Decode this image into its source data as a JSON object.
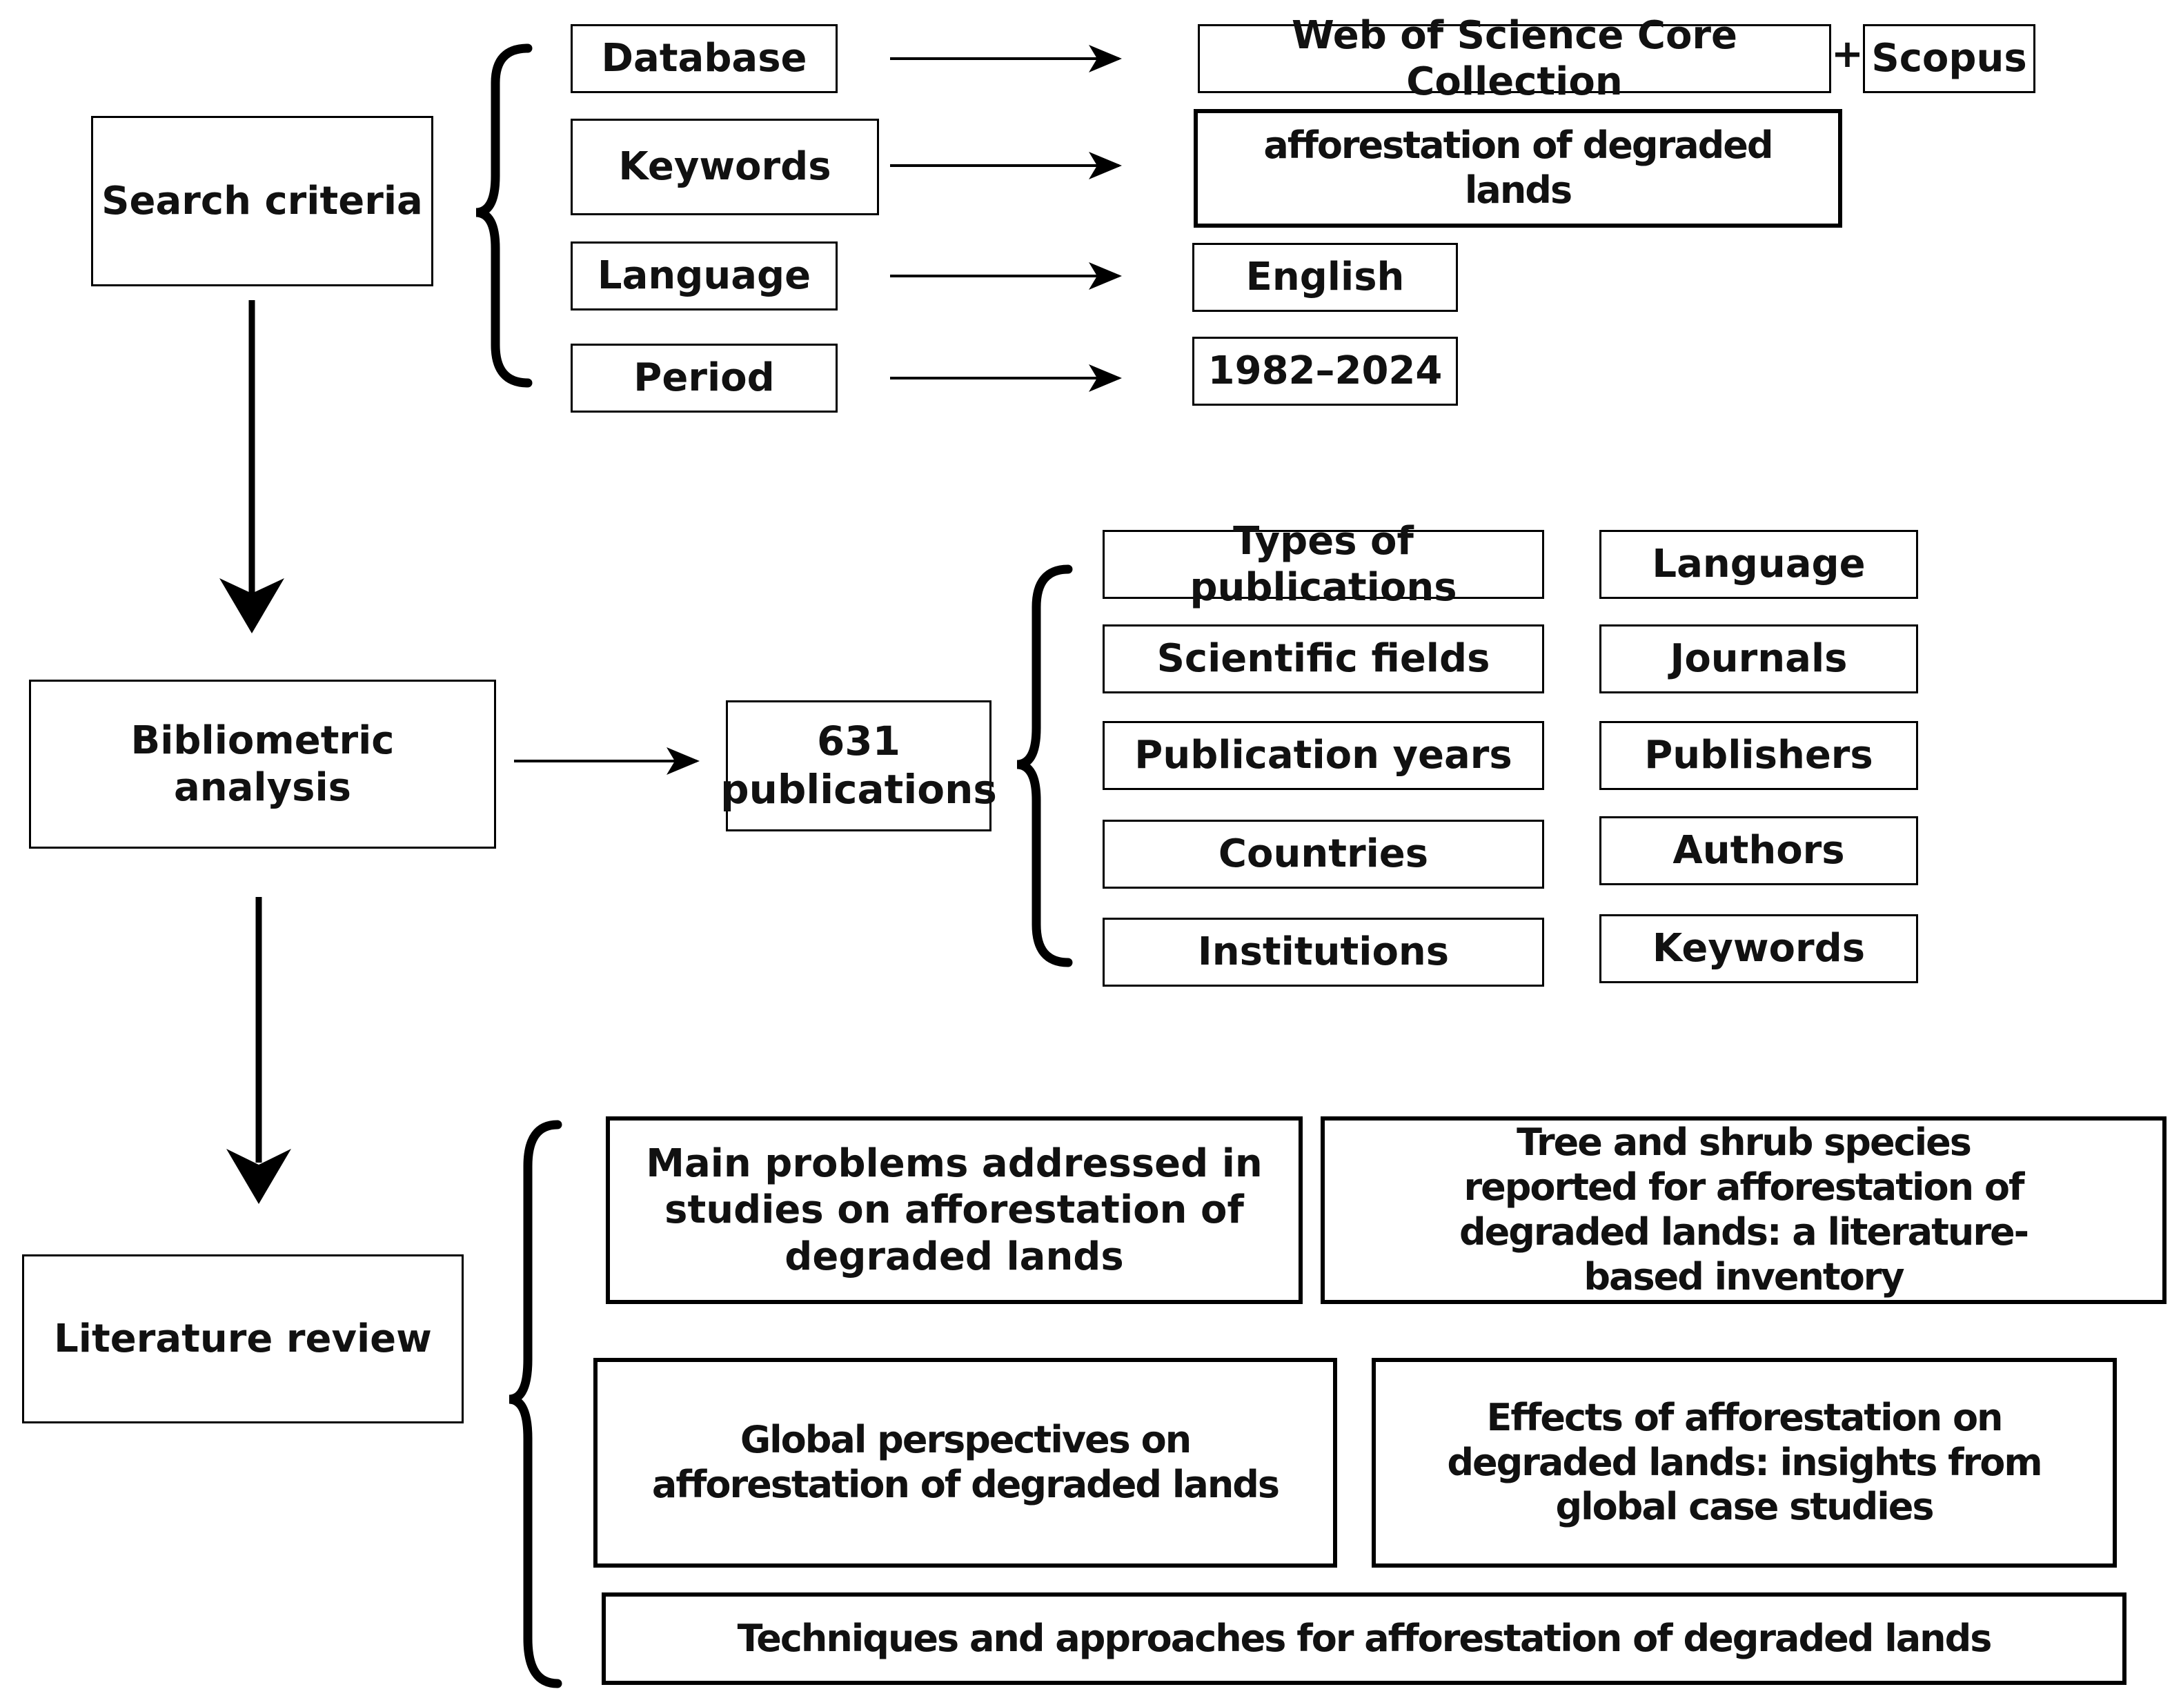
{
  "search": {
    "title": "Search criteria",
    "database": {
      "label": "Database",
      "value": "Web of Science Core Collection",
      "plus": "+",
      "value2": "Scopus"
    },
    "keywords": {
      "label": "Keywords",
      "value": "afforestation of degraded lands"
    },
    "language": {
      "label": "Language",
      "value": "English"
    },
    "period": {
      "label": "Period",
      "value": "1982–2024"
    }
  },
  "biblio": {
    "title": "Bibliometric analysis",
    "count": "631",
    "count_label": "publications",
    "items_left": [
      "Types of publications",
      "Scientific fields",
      "Publication years",
      "Countries",
      "Institutions"
    ],
    "items_right": [
      "Language",
      "Journals",
      "Publishers",
      "Authors",
      "Keywords"
    ]
  },
  "review": {
    "title": "Literature review",
    "topic1": "Main problems addressed in studies on afforestation of degraded lands",
    "topic2": "Tree and shrub species reported for afforestation of degraded lands: a literature-based inventory",
    "topic3": "Global perspectives on afforestation of degraded lands",
    "topic4": "Effects of afforestation on degraded lands: insights from global case studies",
    "topic5": "Techniques and approaches for afforestation of degraded lands"
  }
}
